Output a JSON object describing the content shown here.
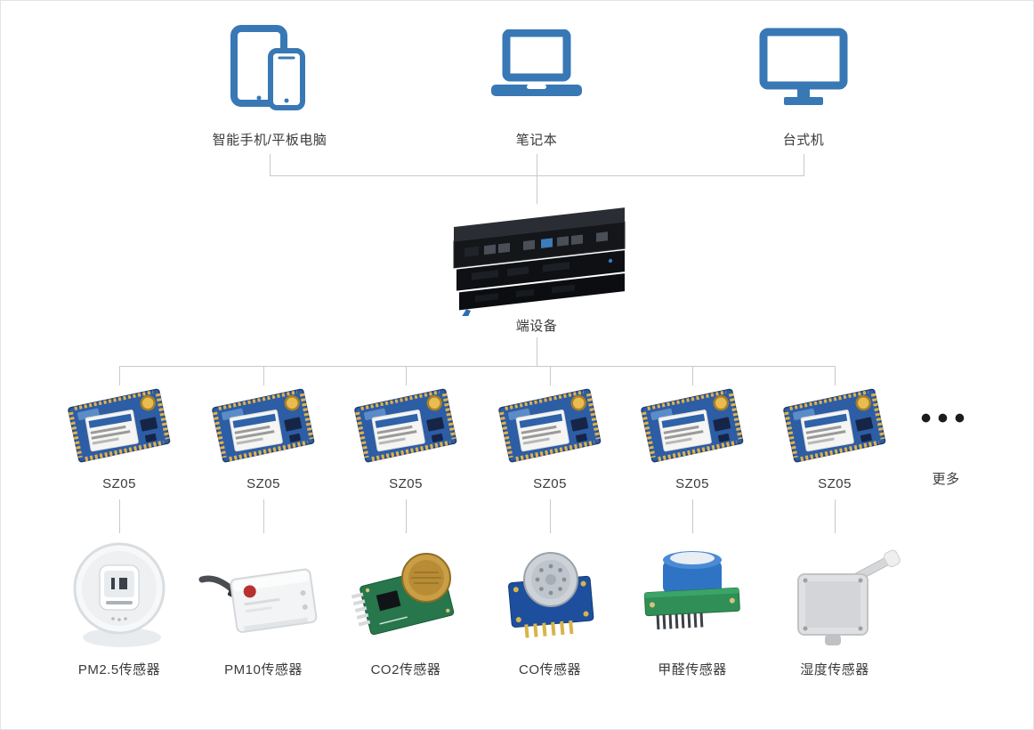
{
  "colors": {
    "accent": "#3878b5",
    "line": "#c9c9c9",
    "module_pcb": "#2d5da4",
    "co2_pcb_green": "#27764c",
    "co_pcb_blue": "#1d4f9e",
    "formaldehyde_pcb_green": "#2f8f57"
  },
  "clients": [
    {
      "label": "智能手机/平板电脑",
      "icon": "tablet-phone-icon"
    },
    {
      "label": "笔记本",
      "icon": "laptop-icon"
    },
    {
      "label": "台式机",
      "icon": "desktop-monitor-icon"
    }
  ],
  "gateway": {
    "label": "端设备",
    "icon": "rack-server-image"
  },
  "modules": [
    {
      "label": "SZ05"
    },
    {
      "label": "SZ05"
    },
    {
      "label": "SZ05"
    },
    {
      "label": "SZ05"
    },
    {
      "label": "SZ05"
    },
    {
      "label": "SZ05"
    }
  ],
  "more": {
    "dots": "•••",
    "label": "更多"
  },
  "sensors": [
    {
      "label": "PM2.5传感器",
      "icon": "pm25-sensor-image"
    },
    {
      "label": "PM10传感器",
      "icon": "pm10-sensor-image"
    },
    {
      "label": "CO2传感器",
      "icon": "co2-sensor-image"
    },
    {
      "label": "CO传感器",
      "icon": "co-sensor-image"
    },
    {
      "label": "甲醛传感器",
      "icon": "formaldehyde-sensor-image"
    },
    {
      "label": "湿度传感器",
      "icon": "humidity-sensor-image"
    }
  ]
}
